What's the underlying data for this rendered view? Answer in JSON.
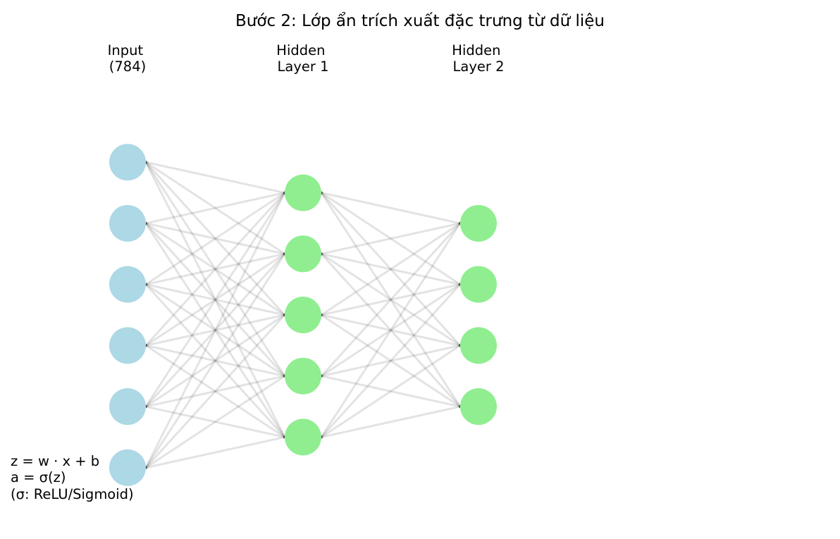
{
  "title": "Bước 2: Lớp ẩn trích xuất đặc trưng từ dữ liệu",
  "layers": [
    {
      "label_lines": [
        "Input",
        "(784)"
      ],
      "node_count": 6,
      "color": "#add8e6"
    },
    {
      "label_lines": [
        "Hidden",
        "Layer 1"
      ],
      "node_count": 5,
      "color": "#90ee90"
    },
    {
      "label_lines": [
        "Hidden",
        "Layer 2"
      ],
      "node_count": 4,
      "color": "#90ee90"
    }
  ],
  "formula_lines": [
    "z = w · x + b",
    "a = σ(z)",
    "(σ: ReLU/Sigmoid)"
  ],
  "colors": {
    "edge": "#000000",
    "text": "#000000",
    "background": "#ffffff"
  }
}
